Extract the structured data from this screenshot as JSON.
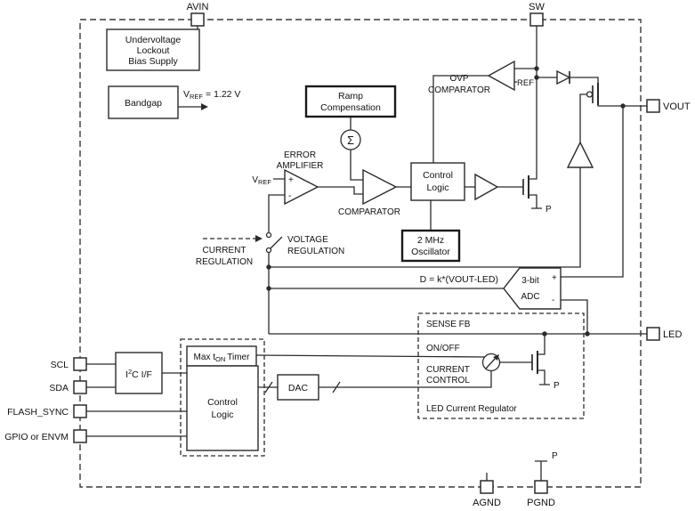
{
  "colors": {
    "line": "#2b2b2b",
    "background": "#ffffff",
    "block_fill": "#ffffff"
  },
  "pins": {
    "avin": "AVIN",
    "sw": "SW",
    "vout": "VOUT",
    "led": "LED",
    "scl": "SCL",
    "sda": "SDA",
    "flash_sync": "FLASH_SYNC",
    "gpio_envm": "GPIO or ENVM",
    "agnd": "AGND",
    "pgnd": "PGND"
  },
  "blocks": {
    "uvlo": [
      "Undervoltage",
      "Lockout",
      "Bias Supply"
    ],
    "bandgap": "Bandgap",
    "ramp_compensation": [
      "Ramp",
      "Compensation"
    ],
    "control_logic": [
      "Control",
      "Logic"
    ],
    "oscillator": [
      "2 MHz",
      "Oscillator"
    ],
    "max_ton_timer": {
      "pre": "Max t",
      "sub": "ON",
      "post": "Timer"
    },
    "i2c": {
      "base": "I",
      "sup": "2",
      "rest": "C I/F"
    },
    "dac": "DAC",
    "adc": {
      "line1": "3-bit",
      "line2": "ADC",
      "plus": "+",
      "minus": "-"
    }
  },
  "analog": {
    "sigma": "Σ",
    "error_amplifier": [
      "ERROR",
      "AMPLIFIER"
    ],
    "comparator": "COMPARATOR",
    "ovp": [
      "OVP",
      "COMPARATOR"
    ],
    "ref": "REF",
    "vref": {
      "base": "V",
      "sub": "REF"
    },
    "vref_value": {
      "base": "V",
      "sub": "REF",
      "rest": "= 1.22 V"
    },
    "plus": "+",
    "minus": "-"
  },
  "annotations": {
    "voltage_regulation": [
      "VOLTAGE",
      "REGULATION"
    ],
    "current_regulation": [
      "CURRENT",
      "REGULATION"
    ],
    "adc_formula": "D = k*(VOUT-LED)",
    "sense_fb": "SENSE FB",
    "on_off": "ON/OFF",
    "current_control": [
      "CURRENT",
      "CONTROL"
    ],
    "led_current_regulator": "LED Current Regulator",
    "p": "P"
  }
}
